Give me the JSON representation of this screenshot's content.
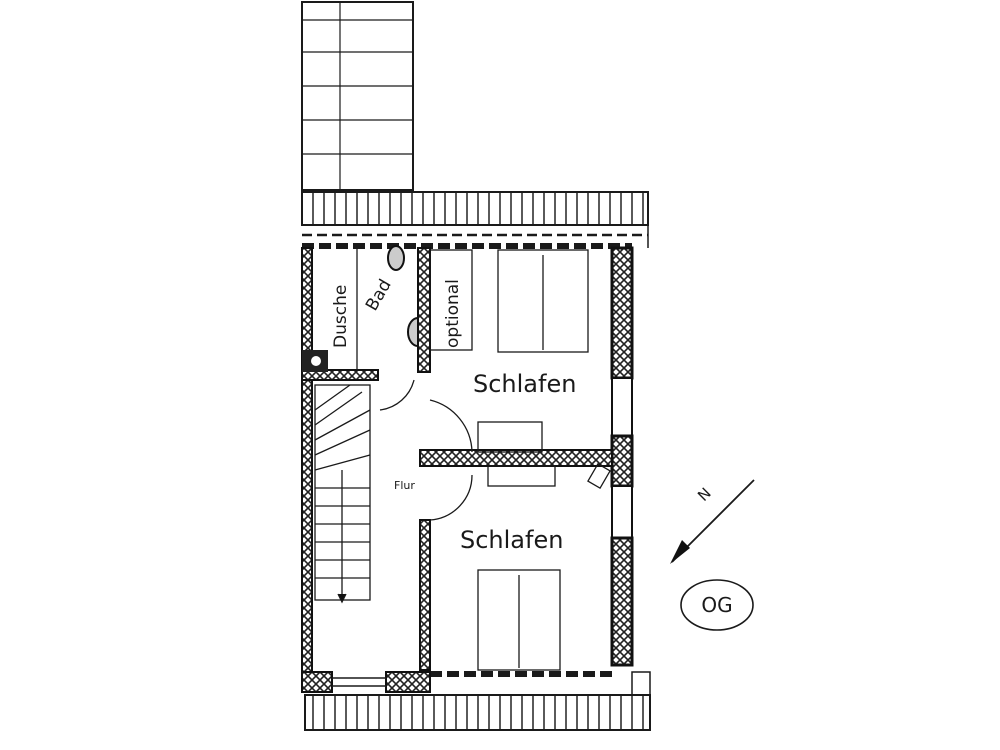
{
  "plan": {
    "floor_label": "OG",
    "north_label": "N",
    "rooms": {
      "shower": "Dusche",
      "bath": "Bad",
      "optional": "optional",
      "bedroom_top": "Schlafen",
      "bedroom_bottom": "Schlafen",
      "hall": "Flur"
    }
  }
}
